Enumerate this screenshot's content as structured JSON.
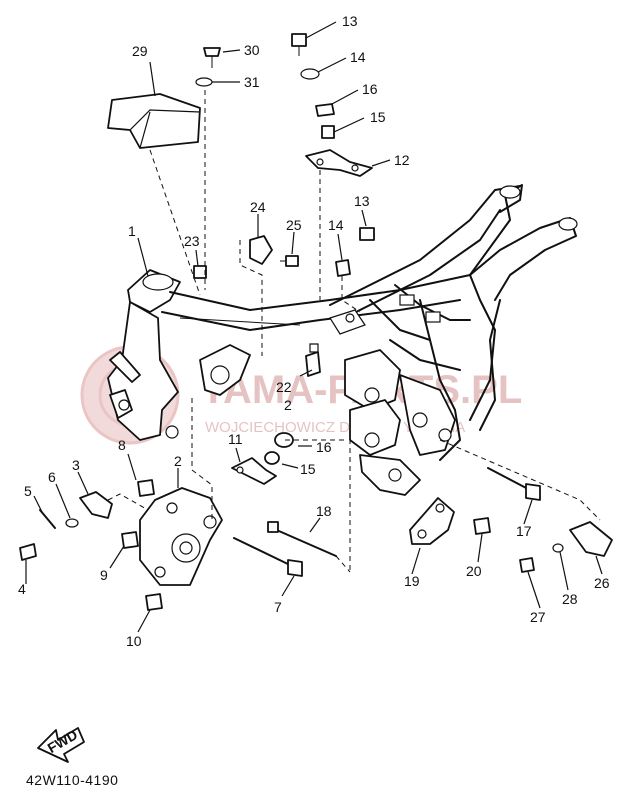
{
  "diagram_code": "42W110-4190",
  "fwd_label": "FWD",
  "watermark": {
    "line1": "YAMA-PARTS.PL",
    "line2": "WOJCIECHOWICZ DEALER YAMAHA"
  },
  "callouts": [
    {
      "id": "c1",
      "text": "1"
    },
    {
      "id": "c2a",
      "text": "2"
    },
    {
      "id": "c2b",
      "text": "2"
    },
    {
      "id": "c3",
      "text": "3"
    },
    {
      "id": "c4",
      "text": "4"
    },
    {
      "id": "c5",
      "text": "5"
    },
    {
      "id": "c6",
      "text": "6"
    },
    {
      "id": "c7",
      "text": "7"
    },
    {
      "id": "c8",
      "text": "8"
    },
    {
      "id": "c9",
      "text": "9"
    },
    {
      "id": "c10",
      "text": "10"
    },
    {
      "id": "c11",
      "text": "11"
    },
    {
      "id": "c12",
      "text": "12"
    },
    {
      "id": "c13a",
      "text": "13"
    },
    {
      "id": "c13b",
      "text": "13"
    },
    {
      "id": "c14a",
      "text": "14"
    },
    {
      "id": "c14b",
      "text": "14"
    },
    {
      "id": "c15a",
      "text": "15"
    },
    {
      "id": "c15b",
      "text": "15"
    },
    {
      "id": "c16a",
      "text": "16"
    },
    {
      "id": "c16b",
      "text": "16"
    },
    {
      "id": "c17",
      "text": "17"
    },
    {
      "id": "c18",
      "text": "18"
    },
    {
      "id": "c19",
      "text": "19"
    },
    {
      "id": "c20",
      "text": "20"
    },
    {
      "id": "c22",
      "text": "22"
    },
    {
      "id": "c23",
      "text": "23"
    },
    {
      "id": "c24",
      "text": "24"
    },
    {
      "id": "c25",
      "text": "25"
    },
    {
      "id": "c26",
      "text": "26"
    },
    {
      "id": "c27",
      "text": "27"
    },
    {
      "id": "c28",
      "text": "28"
    },
    {
      "id": "c29",
      "text": "29"
    },
    {
      "id": "c30",
      "text": "30"
    },
    {
      "id": "c31",
      "text": "31"
    }
  ]
}
